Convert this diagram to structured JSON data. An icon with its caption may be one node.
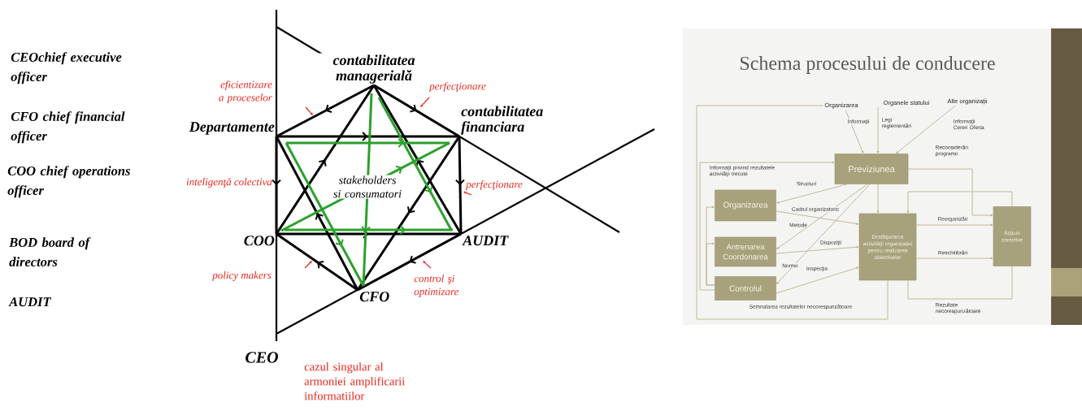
{
  "diagram": {
    "nodes": [
      {
        "text": [
          "contabilitatea managerială"
        ]
      },
      {
        "text": [
          "contabilitatea financiara"
        ]
      },
      {
        "text": [
          "AUDIT"
        ]
      },
      {
        "text": [
          "CFO"
        ]
      },
      {
        "text": [
          "COO"
        ]
      },
      {
        "text": [
          "Departamente"
        ]
      },
      {
        "text": [
          "Organizarea"
        ]
      },
      {
        "text": [
          "Organele statului"
        ]
      },
      {
        "text": [
          "Alte organizaţii"
        ]
      },
      {
        "text": [
          "Previziunea"
        ]
      },
      {
        "text": [
          "Organizarea"
        ]
      },
      {
        "text": [
          "Antrenarea Coordonarea"
        ]
      },
      {
        "text": [
          "Controlul"
        ]
      },
      {
        "text": [
          "Desfăşurarea activităţii organizaţiei pentru realizarea obiectivelor"
        ]
      },
      {
        "text": [
          "Acţiuni corective"
        ]
      }
    ],
    "edges": [
      {
        "from": 0,
        "to": 5,
        "arrow": "to",
        "style": "thick",
        "color": "#000000"
      },
      {
        "from": 5,
        "to": 4,
        "arrow": "to",
        "style": "thick",
        "color": "#000000"
      },
      {
        "from": 3,
        "to": 4,
        "arrow": "to",
        "style": "thick",
        "color": "#000000"
      },
      {
        "from": 2,
        "to": 3,
        "arrow": "to",
        "style": "thick",
        "color": "#000000"
      },
      {
        "from": 1,
        "to": 2,
        "arrow": "to",
        "style": "thick",
        "color": "#000000"
      },
      {
        "from": 0,
        "to": 1,
        "arrow": "to",
        "style": "thick",
        "color": "#000000"
      },
      {
        "from": 5,
        "to": 1,
        "arrow": "to",
        "style": "thick",
        "color": "#000000"
      },
      {
        "from": 4,
        "to": 2,
        "arrow": "to",
        "style": "thick",
        "color": "#000000"
      },
      {
        "from": 4,
        "to": 0,
        "arrow": "to",
        "style": "thick",
        "color": "#000000"
      },
      {
        "from": 2,
        "to": 0,
        "arrow": "to",
        "style": "thick",
        "color": "#000000"
      },
      {
        "from": 3,
        "to": 5,
        "arrow": "to",
        "style": "thick",
        "color": "#000000"
      },
      {
        "from": 1,
        "to": 3,
        "arrow": "to",
        "style": "thick",
        "color": "#000000"
      },
      {
        "from": 5,
        "to": 1,
        "arrow": "to",
        "style": "thick",
        "color": "#2ca02c"
      },
      {
        "from": 4,
        "to": 2,
        "arrow": "to",
        "style": "thick",
        "color": "#2ca02c"
      },
      {
        "from": 0,
        "to": 3,
        "arrow": "to",
        "style": "thick",
        "color": "#2ca02c"
      },
      {
        "from": 4,
        "to": 1,
        "arrow": "to",
        "style": "thick",
        "color": "#2ca02c"
      },
      {
        "from": 5,
        "to": 3,
        "arrow": "to",
        "style": "thick",
        "color": "#2ca02c"
      },
      {
        "from": 0,
        "to": 2,
        "arrow": "to",
        "style": "thick",
        "color": "#2ca02c"
      },
      {
        "from": 6,
        "to": 9,
        "arrow": "to",
        "label": "Informaţii",
        "color": "#b3ac86"
      },
      {
        "from": 7,
        "to": 9,
        "arrow": "to",
        "label": "Legi reglementări",
        "color": "#b3ac86"
      },
      {
        "from": 8,
        "to": 9,
        "arrow": "to",
        "label": "Informaţii Cereri Oferta",
        "color": "#b3ac86"
      },
      {
        "from": 9,
        "to": 10,
        "arrow": "to",
        "label": "Structuri",
        "color": "#b3ac86"
      },
      {
        "from": 9,
        "to": 11,
        "arrow": "to",
        "label": "Metode",
        "color": "#b3ac86"
      },
      {
        "from": 9,
        "to": 12,
        "arrow": "to",
        "label": "Norme",
        "color": "#b3ac86"
      },
      {
        "from": 9,
        "to": 13,
        "arrow": "to",
        "color": "#b3ac86"
      },
      {
        "from": 9,
        "to": 14,
        "arrow": "to",
        "label": "Reconsiderări programe",
        "color": "#b3ac86"
      },
      {
        "from": 10,
        "to": 13,
        "arrow": "to",
        "label": "Cadrul organizatoric",
        "color": "#b3ac86"
      },
      {
        "from": 11,
        "to": 13,
        "arrow": "to",
        "label": "Dispoziţii",
        "color": "#b3ac86"
      },
      {
        "from": 12,
        "to": 13,
        "arrow": "to",
        "label": "Inspecţia",
        "color": "#b3ac86"
      },
      {
        "from": 13,
        "to": 14,
        "arrow": "to",
        "label": "Reorganizări",
        "color": "#b3ac86"
      },
      {
        "from": 13,
        "to": 14,
        "arrow": "to",
        "label": "Reechilibrări",
        "color": "#b3ac86"
      },
      {
        "from": 14,
        "to": 13,
        "arrow": "to",
        "color": "#b3ac86"
      },
      {
        "from": 14,
        "to": 13,
        "arrow": "none",
        "label": "Rezultate necorespunzătoare",
        "color": "#b3ac86"
      },
      {
        "from": 13,
        "to": 6,
        "arrow": "none",
        "label": "Semnalarea rezultatelor necorespunzătoare",
        "color": "#b3ac86"
      },
      {
        "from": 12,
        "to": 9,
        "arrow": "to",
        "label": "Informaţii privind rezultatele activităţii trecute",
        "color": "#b3ac86"
      },
      {
        "from": 12,
        "to": 10,
        "arrow": "to",
        "color": "#b3ac86"
      },
      {
        "from": 12,
        "to": 11,
        "arrow": "to",
        "color": "#b3ac86"
      }
    ],
    "labels": [
      "CEOchief executive officer",
      "CFO chief financial officer",
      "COO chief operations officer",
      "BOD board of directors",
      "AUDIT",
      "eficientizare a proceselor",
      "perfecţionare",
      "inteligenţă colectiva",
      "stakeholders si consumatori",
      "perfecţionare",
      "policy makers",
      "control şi optimizare",
      "CEO",
      "cazul singular al armoniei amplificarii informatiilor",
      "Schema procesului de conducere"
    ]
  }
}
